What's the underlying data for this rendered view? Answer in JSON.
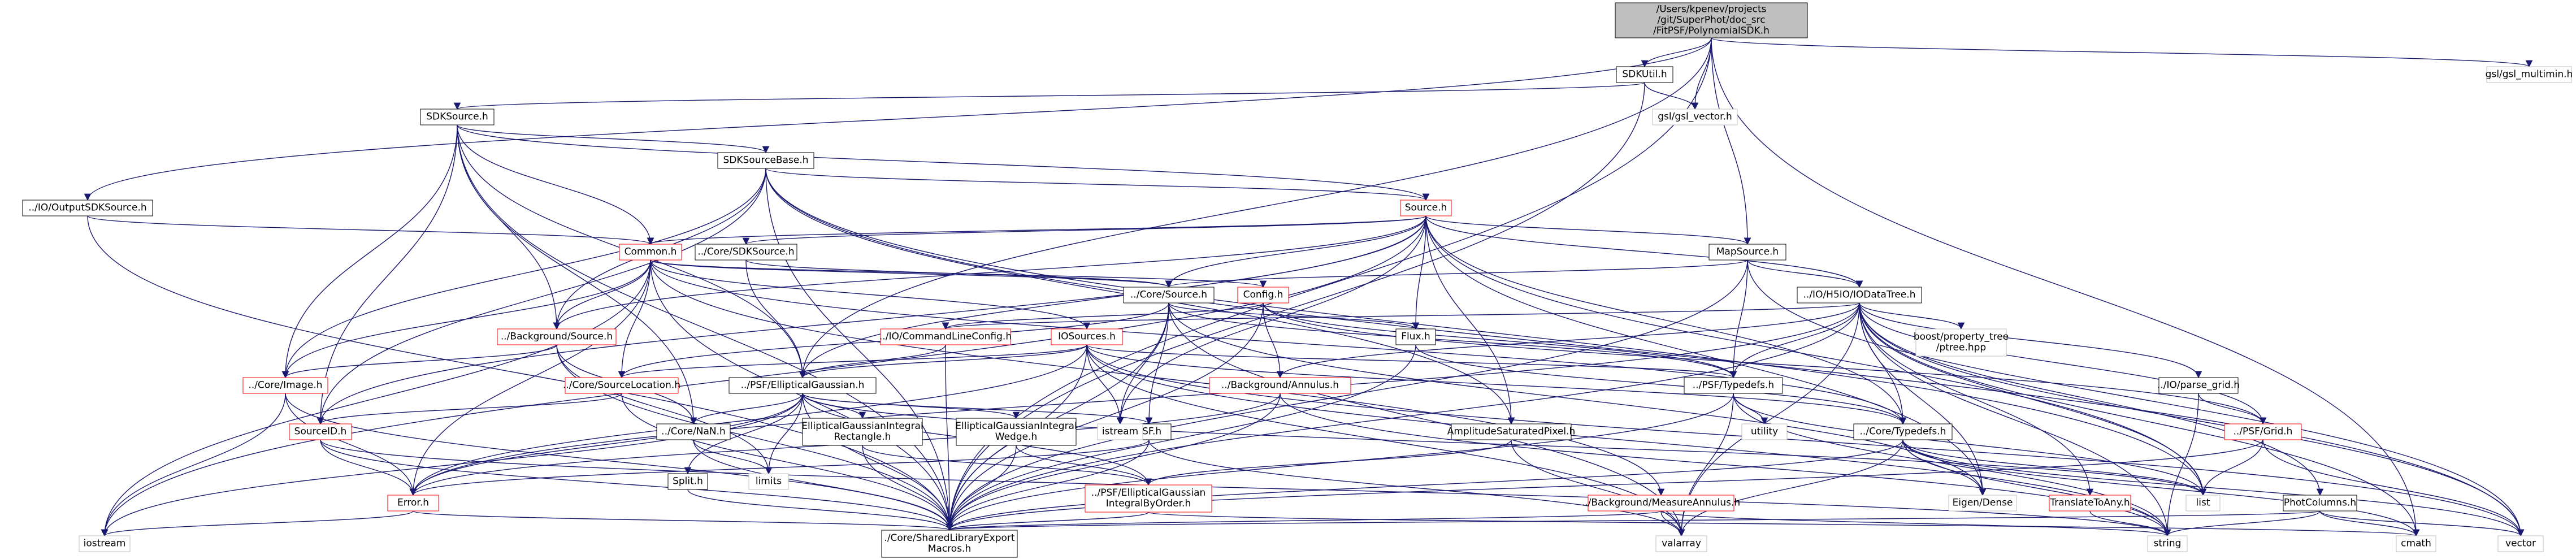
{
  "nodes": [
    {
      "id": "root",
      "lines": [
        "/Users/kpenev/projects",
        "/git/SuperPhot/doc_src",
        "/FitPSF/PolynomialSDK.h"
      ],
      "style": "root"
    },
    {
      "id": "sdkutil",
      "lines": [
        "SDKUtil.h"
      ],
      "style": "normal"
    },
    {
      "id": "gslvector",
      "lines": [
        "gsl/gsl_vector.h"
      ],
      "style": "gray"
    },
    {
      "id": "gslmultimin",
      "lines": [
        "gsl/gsl_multimin.h"
      ],
      "style": "gray"
    },
    {
      "id": "sdksource",
      "lines": [
        "SDKSource.h"
      ],
      "style": "normal"
    },
    {
      "id": "sdksourcebase",
      "lines": [
        "SDKSourceBase.h"
      ],
      "style": "normal"
    },
    {
      "id": "outputsdk",
      "lines": [
        "../IO/OutputSDKSource.h"
      ],
      "style": "normal"
    },
    {
      "id": "source",
      "lines": [
        "Source.h"
      ],
      "style": "red"
    },
    {
      "id": "common",
      "lines": [
        "Common.h"
      ],
      "style": "red"
    },
    {
      "id": "coresdksource",
      "lines": [
        "../Core/SDKSource.h"
      ],
      "style": "normal"
    },
    {
      "id": "mapsource",
      "lines": [
        "MapSource.h"
      ],
      "style": "normal"
    },
    {
      "id": "coresource",
      "lines": [
        "../Core/Source.h"
      ],
      "style": "normal"
    },
    {
      "id": "config",
      "lines": [
        "Config.h"
      ],
      "style": "red"
    },
    {
      "id": "iodatatree",
      "lines": [
        "../IO/H5IO/IODataTree.h"
      ],
      "style": "normal"
    },
    {
      "id": "bgsource",
      "lines": [
        "../Background/Source.h"
      ],
      "style": "red"
    },
    {
      "id": "cmdline",
      "lines": [
        "../IO/CommandLineConfig.h"
      ],
      "style": "red"
    },
    {
      "id": "iosources",
      "lines": [
        "IOSources.h"
      ],
      "style": "red"
    },
    {
      "id": "flux",
      "lines": [
        "Flux.h"
      ],
      "style": "normal"
    },
    {
      "id": "boostptree",
      "lines": [
        "boost/property_tree",
        "/ptree.hpp"
      ],
      "style": "gray"
    },
    {
      "id": "coreimage",
      "lines": [
        "../Core/Image.h"
      ],
      "style": "red"
    },
    {
      "id": "srcloc",
      "lines": [
        "../Core/SourceLocation.h"
      ],
      "style": "red"
    },
    {
      "id": "ellgauss",
      "lines": [
        "../PSF/EllipticalGaussian.h"
      ],
      "style": "normal"
    },
    {
      "id": "bgannulus",
      "lines": [
        "../Background/Annulus.h"
      ],
      "style": "red"
    },
    {
      "id": "psftypedefs",
      "lines": [
        "../PSF/Typedefs.h"
      ],
      "style": "normal"
    },
    {
      "id": "parsegrid",
      "lines": [
        "../IO/parse_grid.h"
      ],
      "style": "normal"
    },
    {
      "id": "sourceid",
      "lines": [
        "SourceID.h"
      ],
      "style": "red"
    },
    {
      "id": "corenan",
      "lines": [
        "../Core/NaN.h"
      ],
      "style": "normal"
    },
    {
      "id": "egirect",
      "lines": [
        "EllipticalGaussianIntegral",
        "Rectangle.h"
      ],
      "style": "normal"
    },
    {
      "id": "egiwedge",
      "lines": [
        "EllipticalGaussianIntegral",
        "Wedge.h"
      ],
      "style": "normal"
    },
    {
      "id": "psfh",
      "lines": [
        "PSF.h"
      ],
      "style": "normal"
    },
    {
      "id": "ampsat",
      "lines": [
        "AmplitudeSaturatedPixel.h"
      ],
      "style": "normal"
    },
    {
      "id": "coretypedefs",
      "lines": [
        "../Core/Typedefs.h"
      ],
      "style": "normal"
    },
    {
      "id": "psfgrid",
      "lines": [
        "../PSF/Grid.h"
      ],
      "style": "red"
    },
    {
      "id": "istream",
      "lines": [
        "istream"
      ],
      "style": "gray"
    },
    {
      "id": "utility",
      "lines": [
        "utility"
      ],
      "style": "gray"
    },
    {
      "id": "split",
      "lines": [
        "Split.h"
      ],
      "style": "normal"
    },
    {
      "id": "limits",
      "lines": [
        "limits"
      ],
      "style": "gray"
    },
    {
      "id": "error",
      "lines": [
        "Error.h"
      ],
      "style": "red"
    },
    {
      "id": "egibyorder",
      "lines": [
        "../PSF/EllipticalGaussian",
        "IntegralByOrder.h"
      ],
      "style": "red"
    },
    {
      "id": "bgmeasure",
      "lines": [
        "../Background/MeasureAnnulus.h"
      ],
      "style": "red"
    },
    {
      "id": "eigendense",
      "lines": [
        "Eigen/Dense"
      ],
      "style": "gray"
    },
    {
      "id": "toany",
      "lines": [
        "TranslateToAny.h"
      ],
      "style": "red"
    },
    {
      "id": "list",
      "lines": [
        "list"
      ],
      "style": "gray"
    },
    {
      "id": "photcolumns",
      "lines": [
        "PhotColumns.h"
      ],
      "style": "normal"
    },
    {
      "id": "iostream",
      "lines": [
        "iostream"
      ],
      "style": "gray"
    },
    {
      "id": "sharedlib",
      "lines": [
        "./Core/SharedLibraryExport",
        "Macros.h"
      ],
      "style": "normal"
    },
    {
      "id": "valarray",
      "lines": [
        "valarray"
      ],
      "style": "gray"
    },
    {
      "id": "string",
      "lines": [
        "string"
      ],
      "style": "gray"
    },
    {
      "id": "cmath",
      "lines": [
        "cmath"
      ],
      "style": "gray"
    },
    {
      "id": "vector",
      "lines": [
        "vector"
      ],
      "style": "gray"
    }
  ],
  "edges": [
    [
      "root",
      "sdkutil"
    ],
    [
      "root",
      "gslvector"
    ],
    [
      "root",
      "gslmultimin"
    ],
    [
      "root",
      "outputsdk"
    ],
    [
      "root",
      "mapsource"
    ],
    [
      "root",
      "sharedlib"
    ],
    [
      "root",
      "cmath"
    ],
    [
      "root",
      "ellgauss"
    ],
    [
      "sdkutil",
      "sdksource"
    ],
    [
      "sdkutil",
      "gslvector"
    ],
    [
      "sdkutil",
      "sharedlib"
    ],
    [
      "sdksource",
      "sdksourcebase"
    ],
    [
      "sdksource",
      "source"
    ],
    [
      "sdksource",
      "common"
    ],
    [
      "sdksource",
      "bgsource"
    ],
    [
      "sdksource",
      "coreimage"
    ],
    [
      "sdksource",
      "sourceid"
    ],
    [
      "sdksource",
      "ellgauss"
    ],
    [
      "sdksource",
      "sharedlib"
    ],
    [
      "sdksource",
      "corenan"
    ],
    [
      "sdksourcebase",
      "source"
    ],
    [
      "sdksourcebase",
      "bgsource"
    ],
    [
      "sdksourcebase",
      "coreimage"
    ],
    [
      "sdksourcebase",
      "sourceid"
    ],
    [
      "sdksourcebase",
      "sharedlib"
    ],
    [
      "sdksourcebase",
      "ampsat"
    ],
    [
      "sdksourcebase",
      "vector"
    ],
    [
      "sdksourcebase",
      "list"
    ],
    [
      "outputsdk",
      "common"
    ],
    [
      "outputsdk",
      "sharedlib"
    ],
    [
      "source",
      "common"
    ],
    [
      "source",
      "coresdksource"
    ],
    [
      "source",
      "mapsource"
    ],
    [
      "source",
      "coresource"
    ],
    [
      "source",
      "iodatatree"
    ],
    [
      "source",
      "flux"
    ],
    [
      "source",
      "bgsource"
    ],
    [
      "source",
      "ellgauss"
    ],
    [
      "source",
      "sourceid"
    ],
    [
      "source",
      "ampsat"
    ],
    [
      "source",
      "coretypedefs"
    ],
    [
      "source",
      "list"
    ],
    [
      "source",
      "istream"
    ],
    [
      "source",
      "iostream"
    ],
    [
      "source",
      "eigendense"
    ],
    [
      "common",
      "coresource"
    ],
    [
      "common",
      "config"
    ],
    [
      "common",
      "iosources"
    ],
    [
      "common",
      "bgsource"
    ],
    [
      "common",
      "coreimage"
    ],
    [
      "common",
      "srcloc"
    ],
    [
      "common",
      "sharedlib"
    ],
    [
      "common",
      "coretypedefs"
    ],
    [
      "common",
      "iostream"
    ],
    [
      "common",
      "bgmeasure"
    ],
    [
      "common",
      "error"
    ],
    [
      "coresdksource",
      "coresource"
    ],
    [
      "coresdksource",
      "ellgauss"
    ],
    [
      "mapsource",
      "iodatatree"
    ],
    [
      "mapsource",
      "psftypedefs"
    ],
    [
      "mapsource",
      "vector"
    ],
    [
      "mapsource",
      "sharedlib"
    ],
    [
      "mapsource",
      "coresource"
    ],
    [
      "coresource",
      "srcloc"
    ],
    [
      "coresource",
      "psfh"
    ],
    [
      "coresource",
      "sharedlib"
    ],
    [
      "coresource",
      "istream"
    ],
    [
      "coresource",
      "valarray"
    ],
    [
      "coresource",
      "eigendense"
    ],
    [
      "coresource",
      "psftypedefs"
    ],
    [
      "coresource",
      "flux"
    ],
    [
      "config",
      "cmdline"
    ],
    [
      "config",
      "bgannulus"
    ],
    [
      "config",
      "psfgrid"
    ],
    [
      "config",
      "psftypedefs"
    ],
    [
      "config",
      "sharedlib"
    ],
    [
      "iodatatree",
      "cmdline"
    ],
    [
      "iodatatree",
      "boostptree"
    ],
    [
      "iodatatree",
      "psftypedefs"
    ],
    [
      "iodatatree",
      "coretypedefs"
    ],
    [
      "iodatatree",
      "parsegrid"
    ],
    [
      "iodatatree",
      "psfgrid"
    ],
    [
      "iodatatree",
      "bgannulus"
    ],
    [
      "iodatatree",
      "photcolumns"
    ],
    [
      "iodatatree",
      "toany"
    ],
    [
      "iodatatree",
      "eigendense"
    ],
    [
      "iodatatree",
      "list"
    ],
    [
      "iodatatree",
      "sharedlib"
    ],
    [
      "iodatatree",
      "error"
    ],
    [
      "iodatatree",
      "vector"
    ],
    [
      "iodatatree",
      "valarray"
    ],
    [
      "iodatatree",
      "string"
    ],
    [
      "iodatatree",
      "cmath"
    ],
    [
      "bgsource",
      "coreimage"
    ],
    [
      "bgsource",
      "corenan"
    ],
    [
      "bgsource",
      "sharedlib"
    ],
    [
      "bgsource",
      "limits"
    ],
    [
      "cmdline",
      "ellgauss"
    ],
    [
      "cmdline",
      "sharedlib"
    ],
    [
      "iosources",
      "srcloc"
    ],
    [
      "iosources",
      "ellgauss"
    ],
    [
      "iosources",
      "istream"
    ],
    [
      "iosources",
      "sharedlib"
    ],
    [
      "iosources",
      "coretypedefs"
    ],
    [
      "iosources",
      "psftypedefs"
    ],
    [
      "iosources",
      "error"
    ],
    [
      "iosources",
      "string"
    ],
    [
      "iosources",
      "valarray"
    ],
    [
      "iosources",
      "vector"
    ],
    [
      "flux",
      "coretypedefs"
    ],
    [
      "flux",
      "sharedlib"
    ],
    [
      "coreimage",
      "error"
    ],
    [
      "coreimage",
      "sharedlib"
    ],
    [
      "coreimage",
      "iostream"
    ],
    [
      "srcloc",
      "sourceid"
    ],
    [
      "srcloc",
      "sharedlib"
    ],
    [
      "ellgauss",
      "egirect"
    ],
    [
      "ellgauss",
      "egiwedge"
    ],
    [
      "ellgauss",
      "psfh"
    ],
    [
      "ellgauss",
      "split"
    ],
    [
      "ellgauss",
      "corenan"
    ],
    [
      "ellgauss",
      "egibyorder"
    ],
    [
      "ellgauss",
      "sharedlib"
    ],
    [
      "ellgauss",
      "error"
    ],
    [
      "ellgauss",
      "iostream"
    ],
    [
      "ellgauss",
      "limits"
    ],
    [
      "ellgauss",
      "list"
    ],
    [
      "bgannulus",
      "sharedlib"
    ],
    [
      "bgannulus",
      "string"
    ],
    [
      "bgannulus",
      "error"
    ],
    [
      "psftypedefs",
      "utility"
    ],
    [
      "psftypedefs",
      "valarray"
    ],
    [
      "psftypedefs",
      "string"
    ],
    [
      "psftypedefs",
      "list"
    ],
    [
      "psftypedefs",
      "sharedlib"
    ],
    [
      "parsegrid",
      "psfgrid"
    ],
    [
      "parsegrid",
      "string"
    ],
    [
      "sourceid",
      "error"
    ],
    [
      "sourceid",
      "sharedlib"
    ],
    [
      "sourceid",
      "string"
    ],
    [
      "corenan",
      "limits"
    ],
    [
      "corenan",
      "sharedlib"
    ],
    [
      "egirect",
      "egibyorder"
    ],
    [
      "egirect",
      "sharedlib"
    ],
    [
      "egiwedge",
      "egibyorder"
    ],
    [
      "egiwedge",
      "sharedlib"
    ],
    [
      "psfh",
      "error"
    ],
    [
      "psfh",
      "sharedlib"
    ],
    [
      "psfh",
      "valarray"
    ],
    [
      "ampsat",
      "egibyorder"
    ],
    [
      "ampsat",
      "valarray"
    ],
    [
      "coretypedefs",
      "list"
    ],
    [
      "coretypedefs",
      "eigendense"
    ],
    [
      "coretypedefs",
      "valarray"
    ],
    [
      "coretypedefs",
      "string"
    ],
    [
      "coretypedefs",
      "vector"
    ],
    [
      "coretypedefs",
      "sharedlib"
    ],
    [
      "coretypedefs",
      "cmath"
    ],
    [
      "psfgrid",
      "list"
    ],
    [
      "psfgrid",
      "vector"
    ],
    [
      "psfgrid",
      "sharedlib"
    ],
    [
      "split",
      "sharedlib"
    ],
    [
      "error",
      "iostream"
    ],
    [
      "error",
      "sharedlib"
    ],
    [
      "egibyorder",
      "sharedlib"
    ],
    [
      "egibyorder",
      "cmath"
    ],
    [
      "bgmeasure",
      "valarray"
    ],
    [
      "bgmeasure",
      "string"
    ],
    [
      "bgmeasure",
      "sharedlib"
    ],
    [
      "toany",
      "string"
    ],
    [
      "photcolumns",
      "string"
    ],
    [
      "photcolumns",
      "vector"
    ],
    [
      "photcolumns",
      "cmath"
    ],
    [
      "photcolumns",
      "sharedlib"
    ]
  ]
}
